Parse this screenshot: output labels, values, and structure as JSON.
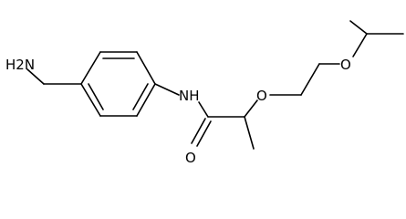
{
  "molecule": {
    "labels": {
      "amine": "H2N",
      "amide_nh": "NH",
      "carbonyl_o": "O",
      "ether_o1": "O",
      "ether_o2": "O"
    }
  }
}
